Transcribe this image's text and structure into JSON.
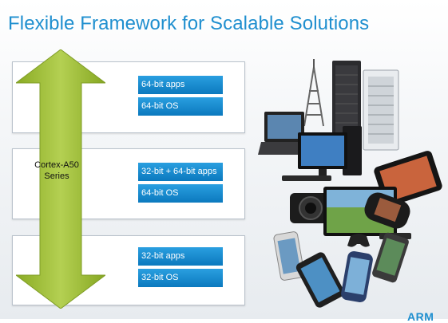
{
  "title": "Flexible Framework for Scalable Solutions",
  "arrow": {
    "label_line1": "Cortex-A50",
    "label_line2": "Series"
  },
  "layers": [
    {
      "apps": "64-bit apps",
      "os": "64-bit OS"
    },
    {
      "apps": "32-bit + 64-bit apps",
      "os": "64-bit OS"
    },
    {
      "apps": "32-bit apps",
      "os": "32-bit OS"
    }
  ],
  "logo": "ARM",
  "colors": {
    "title": "#1f8fcf",
    "chip": "#1a8bd0",
    "arrow": "#9dbc35"
  }
}
